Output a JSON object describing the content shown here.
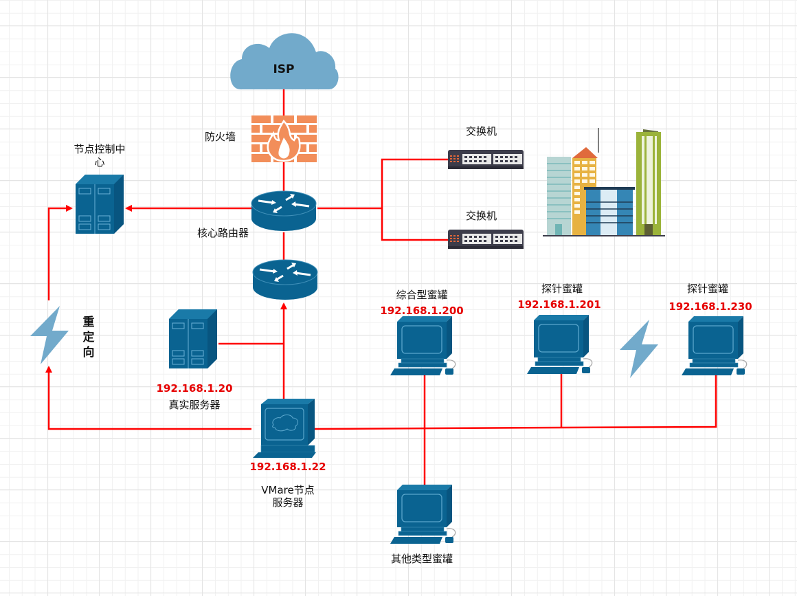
{
  "colors": {
    "link": "#ff0000",
    "device": "#0a6391",
    "cloud": "#72aacb",
    "firewall": "#f28e5a",
    "bolt": "#72aacb",
    "ip_text": "#e60000"
  },
  "nodes": {
    "isp": {
      "label": "ISP",
      "icon": "cloud-icon"
    },
    "firewall": {
      "label": "防火墙",
      "icon": "firewall-icon"
    },
    "node_control": {
      "label_line1": "节点控制中",
      "label_line2": "心",
      "icon": "server-icon"
    },
    "core_router": {
      "label": "核心路由器",
      "icon": "router-icon"
    },
    "router2": {
      "icon": "router-icon"
    },
    "switch1": {
      "label": "交换机",
      "icon": "switch-icon"
    },
    "switch2": {
      "label": "交换机",
      "icon": "switch-icon"
    },
    "buildings": {
      "icon": "buildings-icon"
    },
    "redirect": {
      "chars": [
        "重",
        "定",
        "向"
      ],
      "icon": "lightning-icon"
    },
    "real_server": {
      "ip": "192.168.1.20",
      "label": "真实服务器",
      "icon": "server-icon"
    },
    "vmware_server": {
      "ip": "192.168.1.22",
      "label_line1": "VMare节点",
      "label_line2": "服务器",
      "icon": "workstation-icon"
    },
    "honeypot_composite": {
      "label": "综合型蜜罐",
      "ip": "192.168.1.200",
      "icon": "pc-icon"
    },
    "honeypot_probe1": {
      "label": "探针蜜罐",
      "ip": "192.168.1.201",
      "icon": "pc-icon"
    },
    "honeypot_probe2": {
      "label": "探针蜜罐",
      "ip": "192.168.1.230",
      "icon": "pc-icon"
    },
    "honeypot_other": {
      "label": "其他类型蜜罐",
      "icon": "pc-icon"
    },
    "wireless_bolt": {
      "icon": "lightning-icon"
    }
  }
}
